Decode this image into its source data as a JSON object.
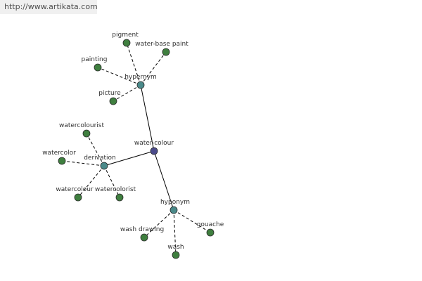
{
  "header": {
    "url": "http://www.artikata.com"
  },
  "colors": {
    "center_node": "#4a4a8a",
    "category_node": "#4a8a8a",
    "leaf_node": "#3f7f3f",
    "node_stroke": "#2a2a2a",
    "edge": "#000000",
    "label": "#333333"
  },
  "graph": {
    "center": {
      "id": "water-colour",
      "label": "water-colour"
    },
    "categories": [
      {
        "id": "hypernym",
        "label": "hypernym",
        "leaves": [
          {
            "id": "pigment",
            "label": "pigment"
          },
          {
            "id": "water-base-paint",
            "label": "water-base paint"
          },
          {
            "id": "painting",
            "label": "painting"
          },
          {
            "id": "picture",
            "label": "picture"
          }
        ]
      },
      {
        "id": "derivation",
        "label": "derivation",
        "leaves": [
          {
            "id": "watercolourist",
            "label": "watercolourist"
          },
          {
            "id": "watercolor",
            "label": "watercolor"
          },
          {
            "id": "watercolour",
            "label": "watercolour"
          },
          {
            "id": "watercolorist",
            "label": "watercolorist"
          }
        ]
      },
      {
        "id": "hyponym",
        "label": "hyponym",
        "leaves": [
          {
            "id": "wash-drawing",
            "label": "wash drawing"
          },
          {
            "id": "gouache",
            "label": "gouache"
          },
          {
            "id": "wash",
            "label": "wash"
          }
        ]
      }
    ]
  }
}
